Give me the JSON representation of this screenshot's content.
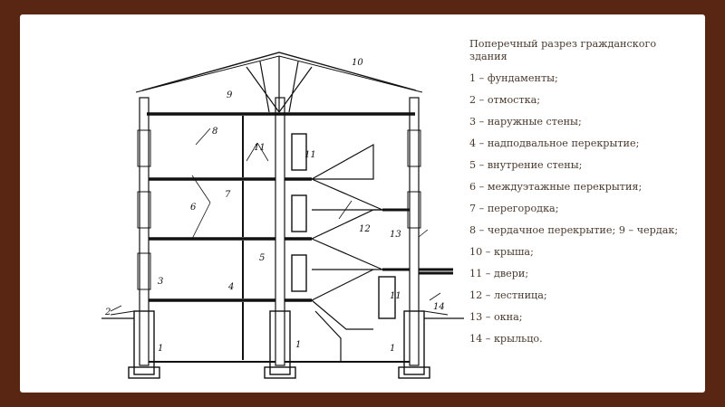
{
  "title": "Поперечный разрез гражданского здания",
  "legend": [
    "1 – фундаменты;",
    " 2 – отмостка;",
    "3 – наружные стены;",
    " 4 – надподвальное перекрытие;",
    " 5 – внутрение стены;",
    " 6 – междуэтажные перекрытия;",
    "7 – перегородка;",
    " 8 – чердачное перекрытие; 9 – чердак;",
    "10 – крыша;",
    " 11 – двери;",
    "12 – лестница;",
    "13 – окна;",
    "14 – крыльцо."
  ],
  "drawing_labels": {
    "l1a": "1",
    "l1b": "1",
    "l1c": "1",
    "l2": "2",
    "l3": "3",
    "l4": "4",
    "l5": "5",
    "l6": "6",
    "l7": "7",
    "l8": "8",
    "l9": "9",
    "l10": "10",
    "l11a": "11",
    "l11b": "11",
    "l11c": "11",
    "l12": "12",
    "l13": "13",
    "l14": "14"
  }
}
